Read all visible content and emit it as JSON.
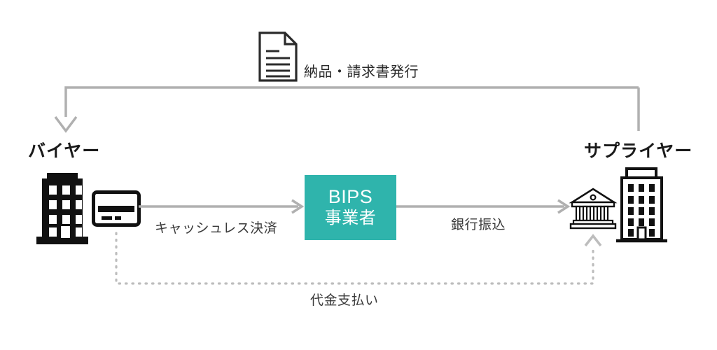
{
  "diagram": {
    "title_visible": false,
    "colors": {
      "accent_teal": "#2fb4ac",
      "arrow_gray": "#b0b0b0",
      "dotted_gray": "#bdbdbd",
      "icon_black": "#111111",
      "text_dark": "#2b2b2b"
    }
  },
  "parties": {
    "buyer": {
      "label": "バイヤー",
      "icons": [
        {
          "name": "buyer-building-icon",
          "style": "solid"
        },
        {
          "name": "credit-card-icon",
          "style": "outline"
        }
      ]
    },
    "supplier": {
      "label": "サプライヤー",
      "icons": [
        {
          "name": "bank-icon",
          "style": "outline"
        },
        {
          "name": "supplier-building-icon",
          "style": "outline"
        }
      ]
    }
  },
  "center": {
    "box_line1": "BIPS",
    "box_line2": "事業者"
  },
  "flows": [
    {
      "id": "delivery-invoice",
      "label": "納品・請求書発行",
      "icon": "document-icon",
      "direction": "supplier-to-buyer",
      "style": "solid"
    },
    {
      "id": "cashless-payment",
      "label": "キャッシュレス決済",
      "direction": "buyer-to-bips",
      "style": "solid"
    },
    {
      "id": "bank-transfer",
      "label": "銀行振込",
      "direction": "bips-to-supplier",
      "style": "solid"
    },
    {
      "id": "price-payment",
      "label": "代金支払い",
      "direction": "buyer-to-supplier",
      "style": "dotted"
    }
  ]
}
